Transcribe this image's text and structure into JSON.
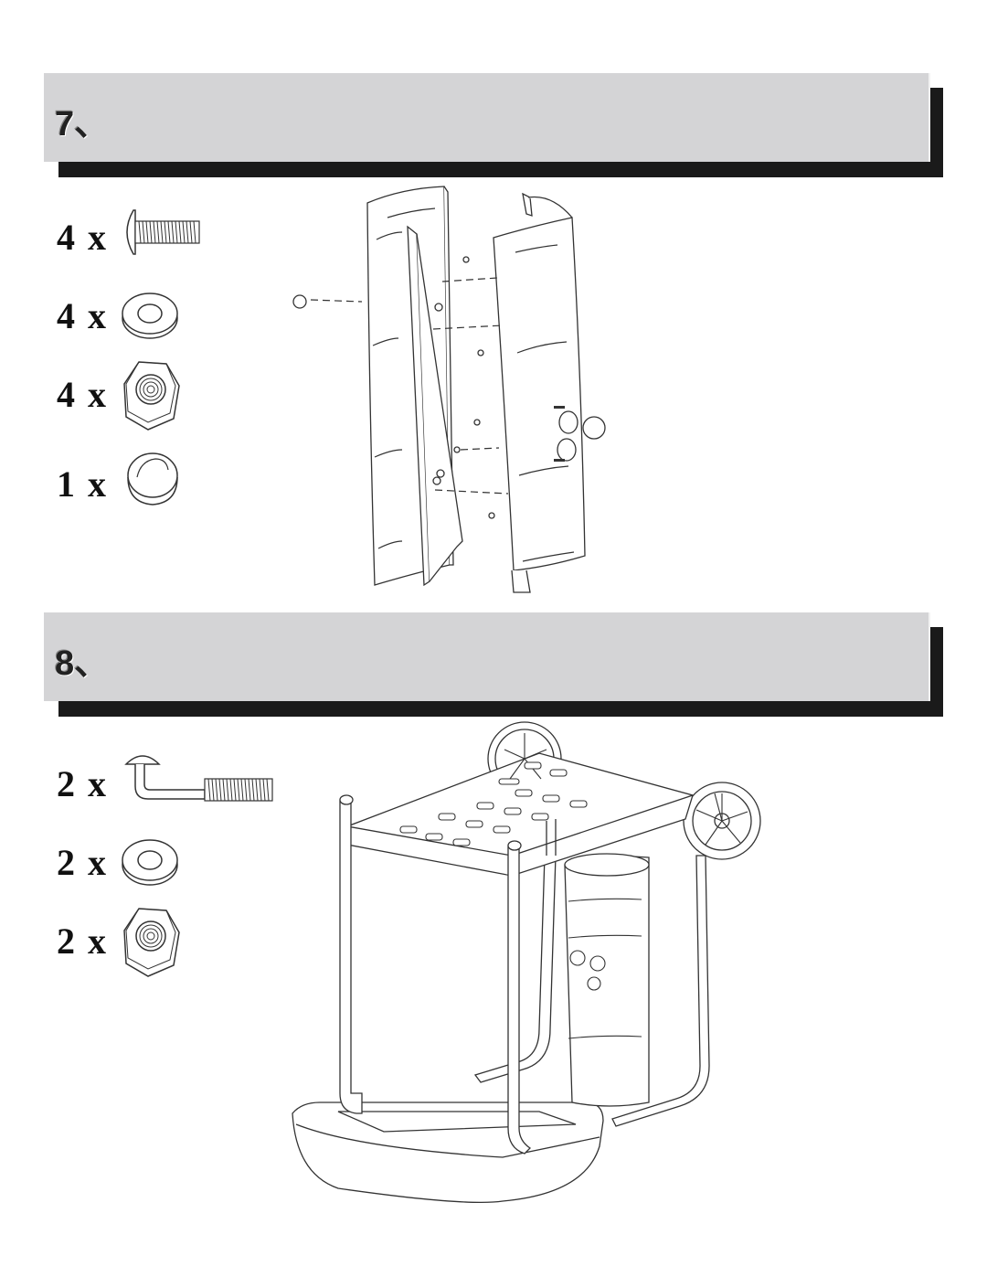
{
  "steps": [
    {
      "number": "7、",
      "hardware": [
        {
          "qty": "4 x",
          "icon": "bolt-icon"
        },
        {
          "qty": "4 x",
          "icon": "washer-icon"
        },
        {
          "qty": "4 x",
          "icon": "hex-nut-icon"
        },
        {
          "qty": "1 x",
          "icon": "knob-cap-icon"
        }
      ]
    },
    {
      "number": "8、",
      "hardware": [
        {
          "qty": "2 x",
          "icon": "l-bolt-icon"
        },
        {
          "qty": "2 x",
          "icon": "washer-icon"
        },
        {
          "qty": "2 x",
          "icon": "hex-nut-icon"
        }
      ]
    }
  ],
  "colors": {
    "banner": "#d4d4d6",
    "banner_shadow": "#1a1a1a",
    "line": "#333333"
  }
}
